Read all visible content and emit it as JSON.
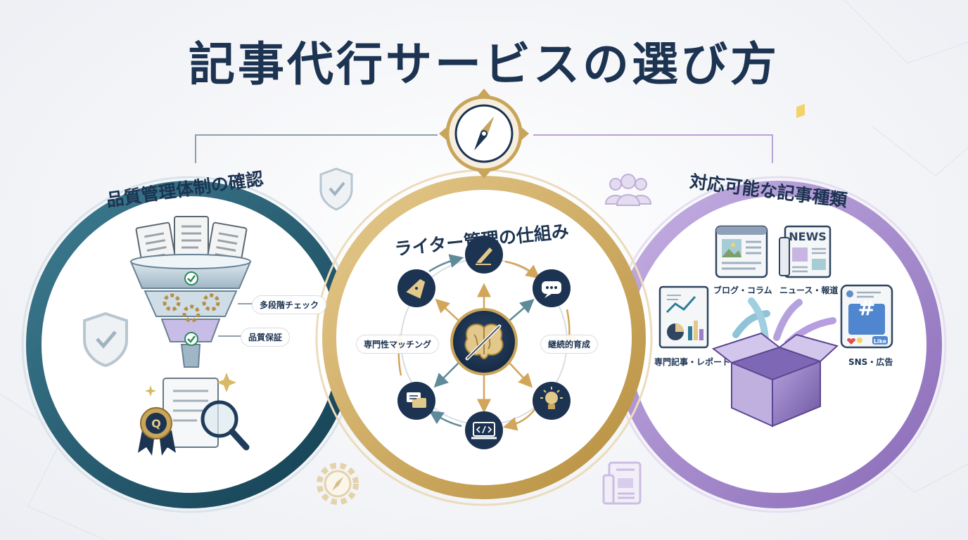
{
  "title": "記事代行サービスの選び方",
  "sections": [
    {
      "title": "品質管理体制の確認",
      "labels": [
        "多段階チェック",
        "品質保証"
      ],
      "accent": "#1f5a6e"
    },
    {
      "title": "ライター管理の仕組み",
      "labels": [
        "専門性マッチング",
        "継続的育成"
      ],
      "accent": "#c9a55a"
    },
    {
      "title": "対応可能な記事種類",
      "labels": [
        "ブログ・コラム",
        "ニュース・報道",
        "専門記事・レポート",
        "SNS・広告"
      ],
      "accent": "#9b7fc6"
    }
  ],
  "icon_text": {
    "news": "NEWS",
    "hash": "#",
    "like": "Like"
  },
  "colors": {
    "navy": "#1c3351",
    "teal": "#1f5a6e",
    "gold": "#c9a55a",
    "purple": "#9b7fc6"
  },
  "icons": [
    "compass-icon",
    "shield-check-icon",
    "user-group-icon",
    "funnel-icon",
    "documents-icon",
    "gear-icon",
    "check-icon",
    "magnifier-icon",
    "q-badge-icon",
    "pen-icon",
    "fountain-pen-icon",
    "chat-icon",
    "brain-icon",
    "lightbulb-icon",
    "code-laptop-icon",
    "message-icon",
    "browser-blog-icon",
    "newspaper-icon",
    "report-chart-icon",
    "social-post-icon",
    "open-box-icon"
  ]
}
